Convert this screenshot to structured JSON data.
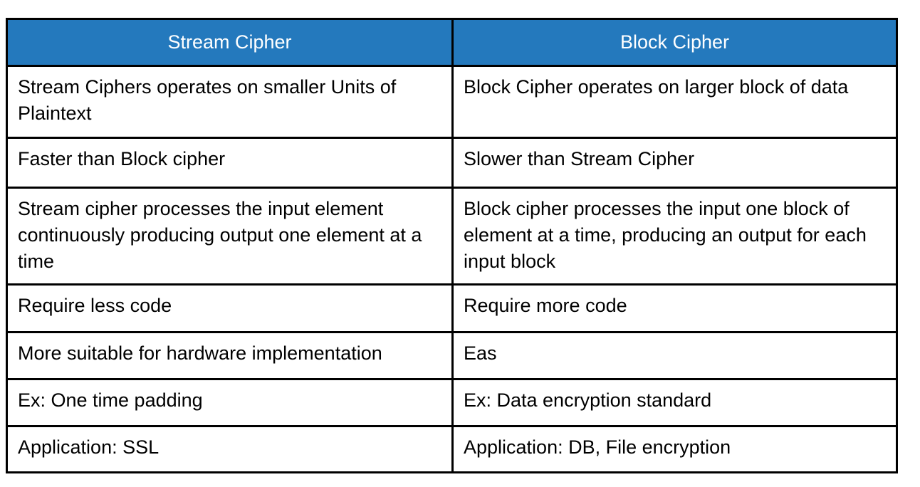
{
  "table": {
    "accent_color": "#2479bd",
    "header_text_color": "#ffffff",
    "border_color": "#000000",
    "body_text_color": "#000000",
    "columns": [
      {
        "id": "stream-cipher",
        "label": "Stream Cipher"
      },
      {
        "id": "block-cipher",
        "label": "Block Cipher"
      }
    ],
    "rows": [
      {
        "left": "Stream Ciphers operates on smaller Units of Plaintext",
        "right": "Block Cipher operates on larger block of data"
      },
      {
        "left": "Faster than Block cipher",
        "right": "Slower than Stream Cipher"
      },
      {
        "left": "Stream cipher processes the input element continuously producing output one element at a time",
        "right": "Block cipher processes the input one block of element at a time, producing an output for each input block"
      },
      {
        "left": "Require less code",
        "right": "Require more code"
      },
      {
        "left": "More suitable for hardware implementation",
        "right": "Eas"
      },
      {
        "left": "Ex: One time padding",
        "right": "Ex: Data encryption standard"
      },
      {
        "left": "Application: SSL",
        "right": "Application: DB, File encryption"
      }
    ]
  }
}
